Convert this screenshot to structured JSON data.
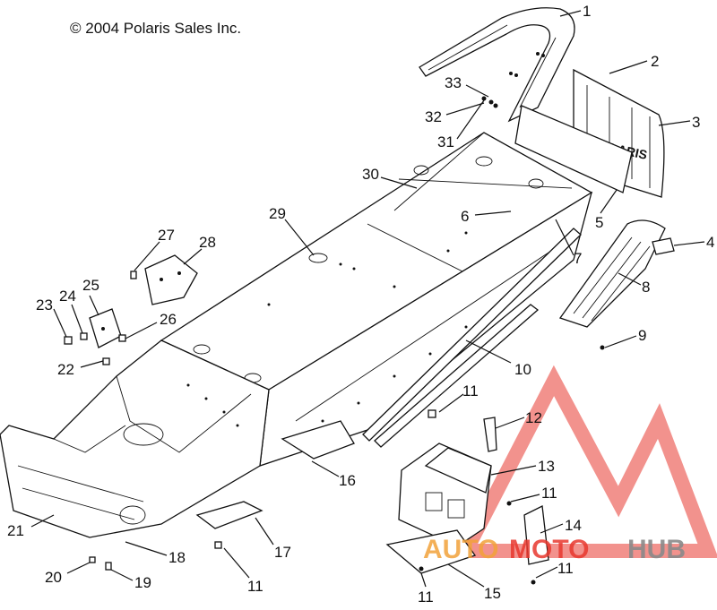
{
  "copyright": "© 2004 Polaris Sales Inc.",
  "callouts": [
    "1",
    "2",
    "3",
    "4",
    "5",
    "6",
    "7",
    "8",
    "9",
    "10",
    "11",
    "12",
    "13",
    "14",
    "15",
    "16",
    "17",
    "18",
    "19",
    "20",
    "21",
    "22",
    "23",
    "24",
    "25",
    "26",
    "27",
    "28",
    "29",
    "30",
    "31",
    "32",
    "33"
  ],
  "watermark": {
    "part1": "AUTO",
    "part2": "MOTO",
    "part3": "HUB",
    "color_red": "#e8382f",
    "color_orange": "#f2a23a",
    "color_gray": "#8a8a8a"
  }
}
